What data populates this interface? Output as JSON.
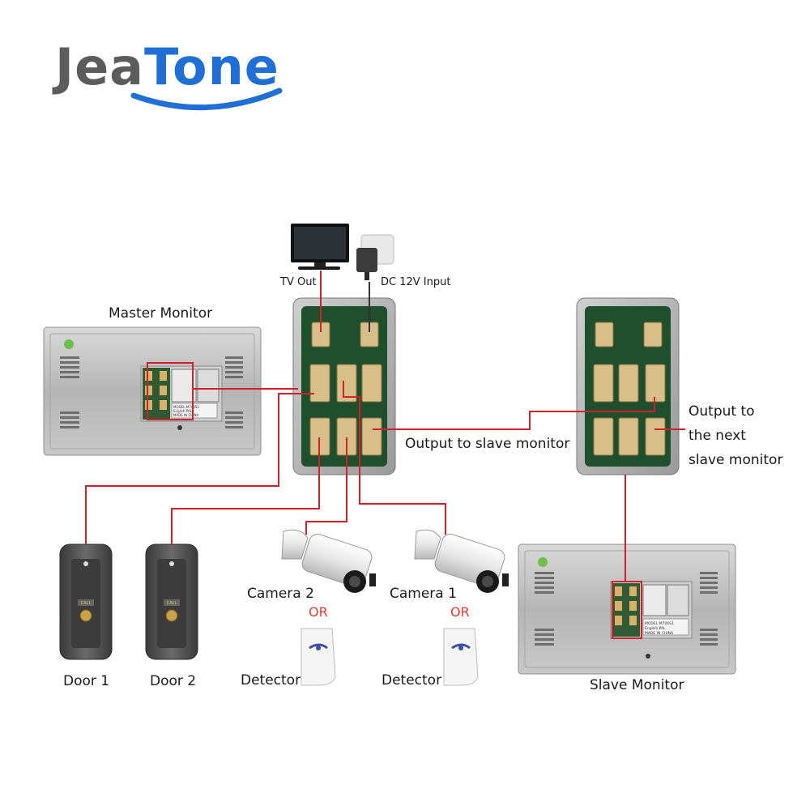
{
  "brand": {
    "name_part1": "Jea",
    "name_part2": "Tone"
  },
  "labels": {
    "tv_out": "TV Out",
    "dc_input": "DC 12V Input",
    "master_monitor": "Master Monitor",
    "output_to_slave": "Output to slave monitor",
    "output_next_line1": "Output to",
    "output_next_line2": "the next",
    "output_next_line3": "slave monitor",
    "door1": "Door 1",
    "door2": "Door 2",
    "camera2": "Camera 2",
    "camera1": "Camera 1",
    "or": "OR",
    "detector": "Detector",
    "slave_monitor": "Slave Monitor"
  },
  "doorbell": {
    "call_text": "CALL"
  },
  "monitor_sticker": {
    "line1": "MODEL:M706S1",
    "line2": "English PAL",
    "line3": "MADE IN CHINA"
  },
  "colors": {
    "wire": "#d0202a",
    "brand_blue": "#1f6fd6",
    "brand_gray": "#5c5c5c",
    "or_text": "#e53935"
  }
}
